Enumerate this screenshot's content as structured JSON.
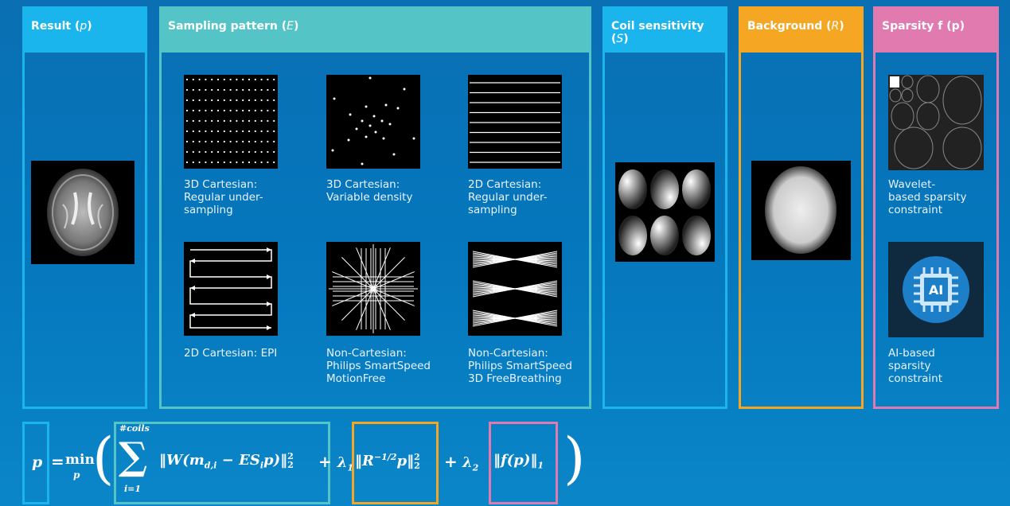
{
  "columns": {
    "result": {
      "title": "Result (",
      "var": "p",
      "close": ")"
    },
    "sampling": {
      "title": "Sampling pattern (",
      "var": "E",
      "close": ")"
    },
    "coil": {
      "title": "Coil sensitivity (",
      "var": "S",
      "close": ")"
    },
    "background": {
      "title": "Background (",
      "var": "R",
      "close": ")"
    },
    "sparsity": {
      "title": "Sparsity f (p)"
    }
  },
  "sampling_patterns": [
    {
      "line1": "3D Cartesian:",
      "line2": "Regular under-",
      "line3": "sampling"
    },
    {
      "line1": "3D Cartesian:",
      "line2": "Variable density",
      "line3": ""
    },
    {
      "line1": "2D Cartesian:",
      "line2": "Regular under-",
      "line3": "sampling"
    },
    {
      "line1": "2D Cartesian: EPI",
      "line2": "",
      "line3": ""
    },
    {
      "line1": "Non-Cartesian:",
      "line2": "Philips SmartSpeed",
      "line3": "MotionFree"
    },
    {
      "line1": "Non-Cartesian:",
      "line2": "Philips SmartSpeed",
      "line3": "3D FreeBreathing"
    }
  ],
  "sparsity_items": [
    {
      "line1": "Wavelet-",
      "line2": "based sparsity",
      "line3": "constraint"
    },
    {
      "line1": "AI-based",
      "line2": "sparsity",
      "line3": "constraint",
      "chip_label": "AI"
    }
  ],
  "formula": {
    "lhs": "p",
    "eq": "=",
    "min": "min",
    "min_sub": "p",
    "sum_top": "#coils",
    "sum_bottom": "i=1",
    "term1": "‖W(m",
    "term1_sub": "d,i",
    "term1_mid": " − ES",
    "term1_sub2": "i",
    "term1_end": "p)‖",
    "norm2_sup": "2",
    "norm2_sub": "2",
    "plus": "+",
    "lambda1": "λ",
    "lambda1_sub": "1",
    "term2": "‖R",
    "term2_sup": "−1/2",
    "term2_end": "p‖",
    "lambda2_sub": "2",
    "term3": "‖f(p)‖",
    "term3_sub": "1"
  },
  "colors": {
    "blue": "#19b5ec",
    "teal": "#55c4c6",
    "orange": "#f5a623",
    "pink": "#e07aaf"
  }
}
